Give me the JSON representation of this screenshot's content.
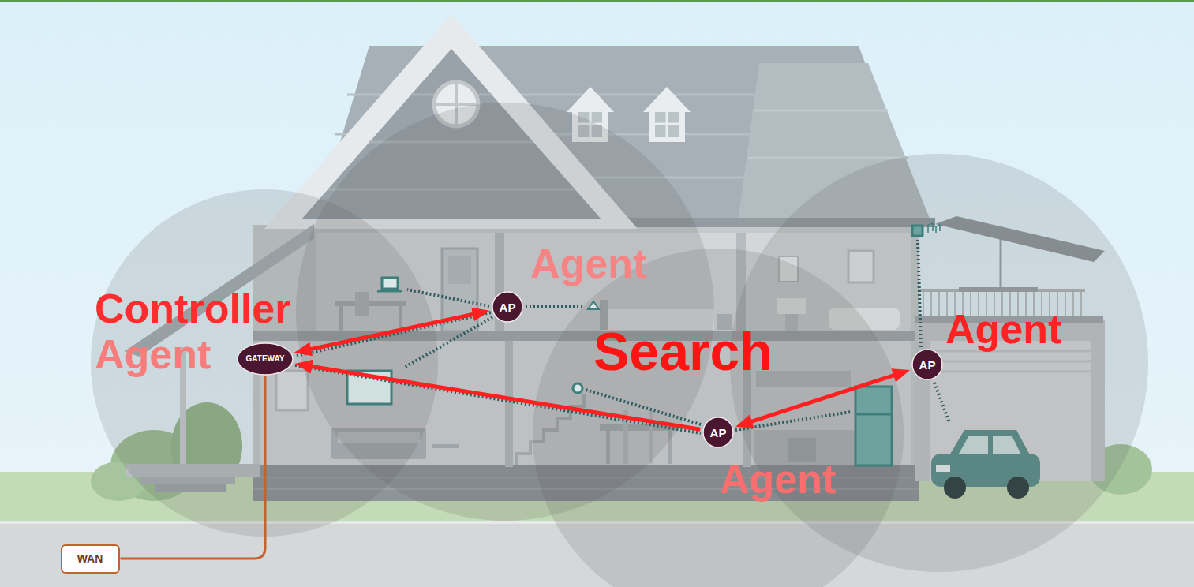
{
  "diagram": {
    "nodes": [
      {
        "text": [
          "AP"
        ]
      },
      {
        "text": [
          "GATEWAY"
        ]
      },
      {
        "text": [
          "AP"
        ]
      },
      {
        "text": [
          "AP"
        ]
      },
      {
        "text": [
          "WAN"
        ]
      }
    ],
    "edges": [
      {
        "from": 1,
        "to": 0,
        "arrow": "both"
      },
      {
        "from": 3,
        "to": 1,
        "arrow": "to"
      },
      {
        "from": 2,
        "to": 3,
        "arrow": "both"
      },
      {
        "from": 4,
        "to": 1,
        "arrow": "none"
      }
    ],
    "labels": [
      "Agent",
      "Controller",
      "Agent",
      "Search",
      "Agent",
      "Agent"
    ]
  }
}
